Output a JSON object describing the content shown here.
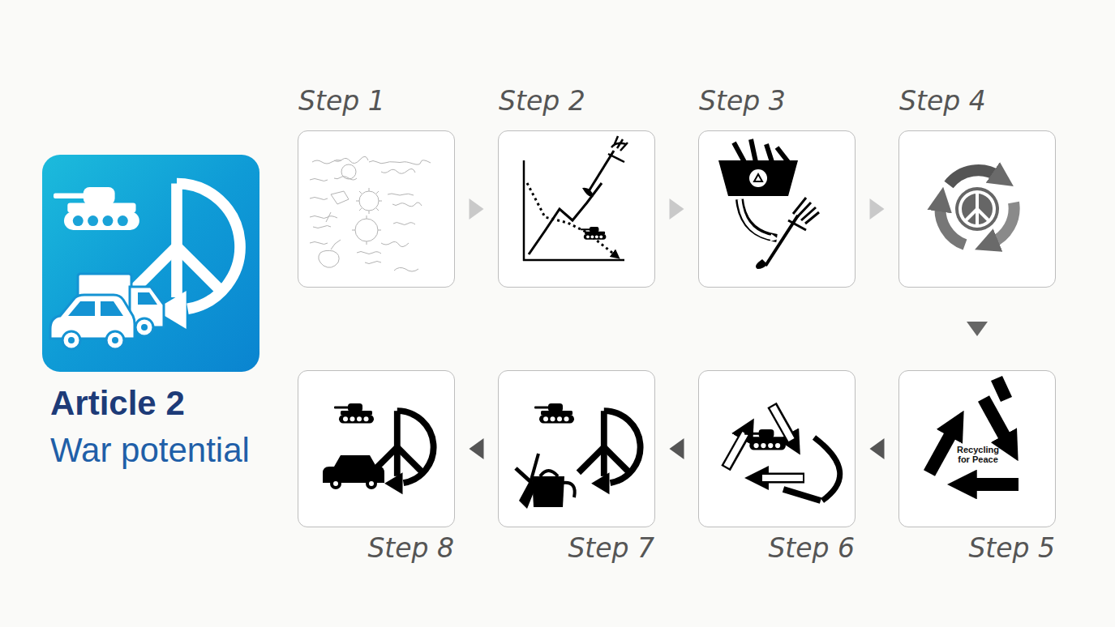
{
  "diagram": {
    "nodes": [
      {
        "text": [
          "Article 2",
          "War potential"
        ]
      },
      {
        "text": [
          "Step 1"
        ]
      },
      {
        "text": [
          "Step 2"
        ]
      },
      {
        "text": [
          "Step 3"
        ]
      },
      {
        "text": [
          "Step 4"
        ]
      },
      {
        "text": [
          "Step 5",
          "Recycling for Peace"
        ]
      },
      {
        "text": [
          "Step 6"
        ]
      },
      {
        "text": [
          "Step 7"
        ]
      },
      {
        "text": [
          "Step 8"
        ]
      }
    ],
    "edges": [
      {
        "from": 1,
        "to": 2,
        "arrow": "to"
      },
      {
        "from": 2,
        "to": 3,
        "arrow": "to"
      },
      {
        "from": 3,
        "to": 4,
        "arrow": "to"
      },
      {
        "from": 4,
        "to": 5,
        "arrow": "to"
      },
      {
        "from": 5,
        "to": 6,
        "arrow": "to"
      },
      {
        "from": 6,
        "to": 7,
        "arrow": "to"
      },
      {
        "from": 7,
        "to": 8,
        "arrow": "to"
      }
    ]
  }
}
